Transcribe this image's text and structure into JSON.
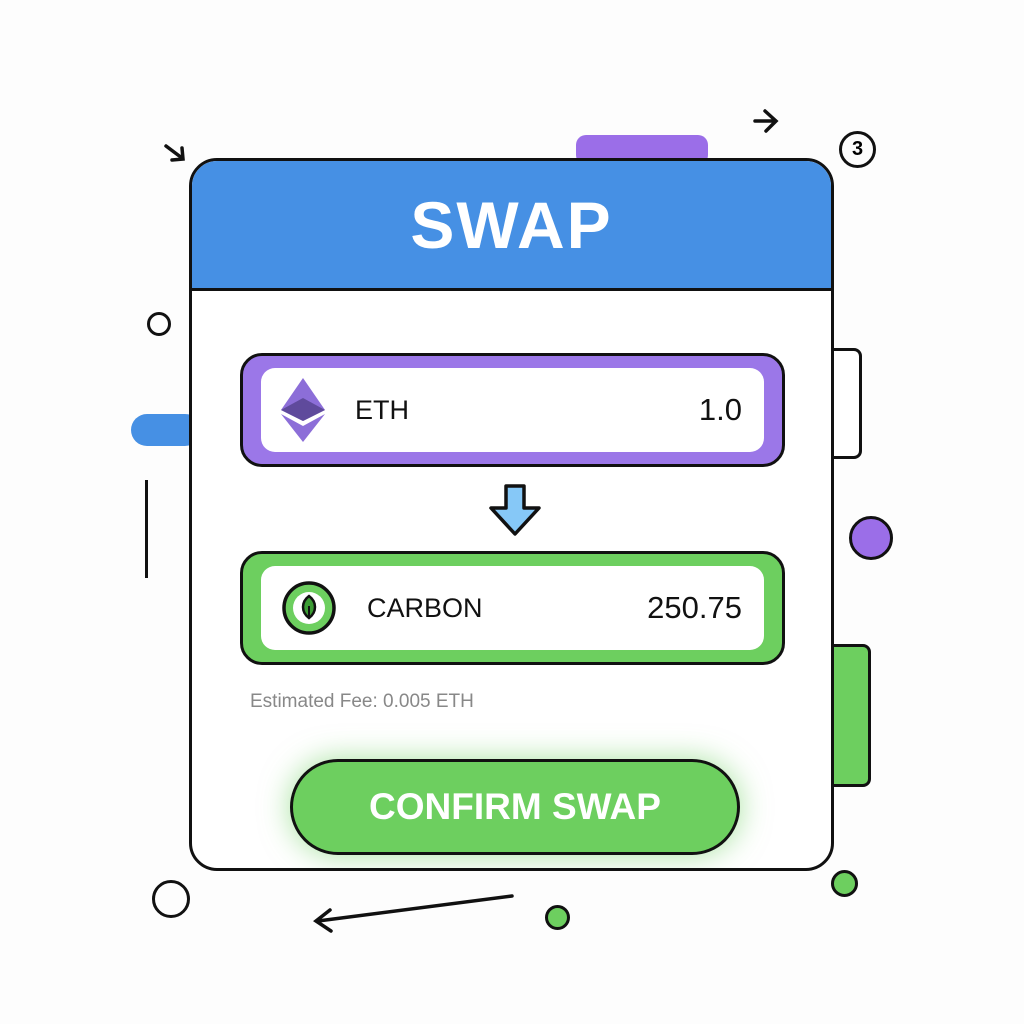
{
  "header": {
    "title": "SWAP"
  },
  "from_token": {
    "symbol": "ETH",
    "amount": "1.0",
    "icon": "ethereum-icon"
  },
  "to_token": {
    "symbol": "CARBON",
    "amount": "250.75",
    "icon": "leaf-icon"
  },
  "fee": "Estimated Fee: 0.005 ETH",
  "confirm_label": "CONFIRM SWAP",
  "badge": "3",
  "colors": {
    "header": "#4690e4",
    "from_border": "#9b77e8",
    "to_border": "#6dcf5f",
    "arrow": "#86c8f7",
    "confirm": "#6dcf5f"
  }
}
